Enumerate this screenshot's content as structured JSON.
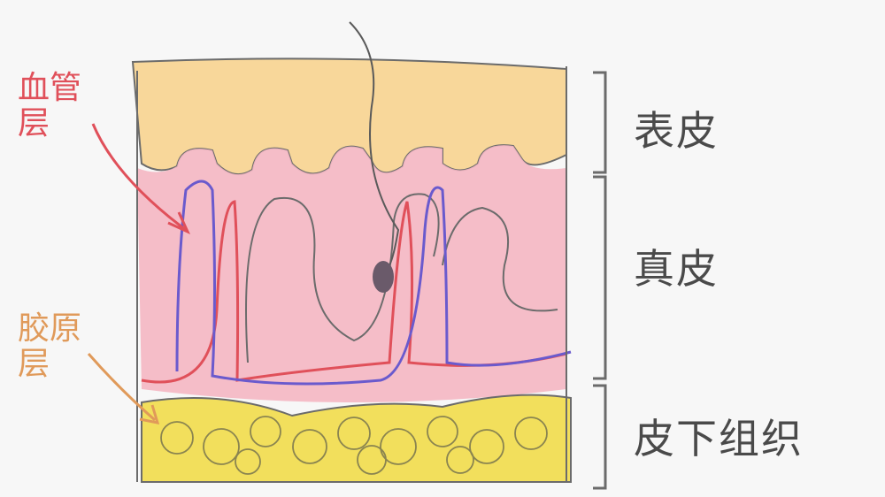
{
  "labels": {
    "epidermis": "表皮",
    "dermis": "真皮",
    "subcutis": "皮下组织",
    "vessel_layer": "血管层",
    "collagen_layer": "胶原层"
  },
  "colors": {
    "background": "#f7f7f7",
    "epidermis_fill": "#f8d79a",
    "dermis_fill": "#f4b6c2",
    "subcutis_fill": "#f2df5c",
    "outline": "#6b6b6b",
    "vessel_red": "#e0505a",
    "vessel_blue": "#6a5acd",
    "annotation_red": "#e0505a",
    "annotation_orange": "#e09a5a",
    "text": "#4a4a4a"
  }
}
